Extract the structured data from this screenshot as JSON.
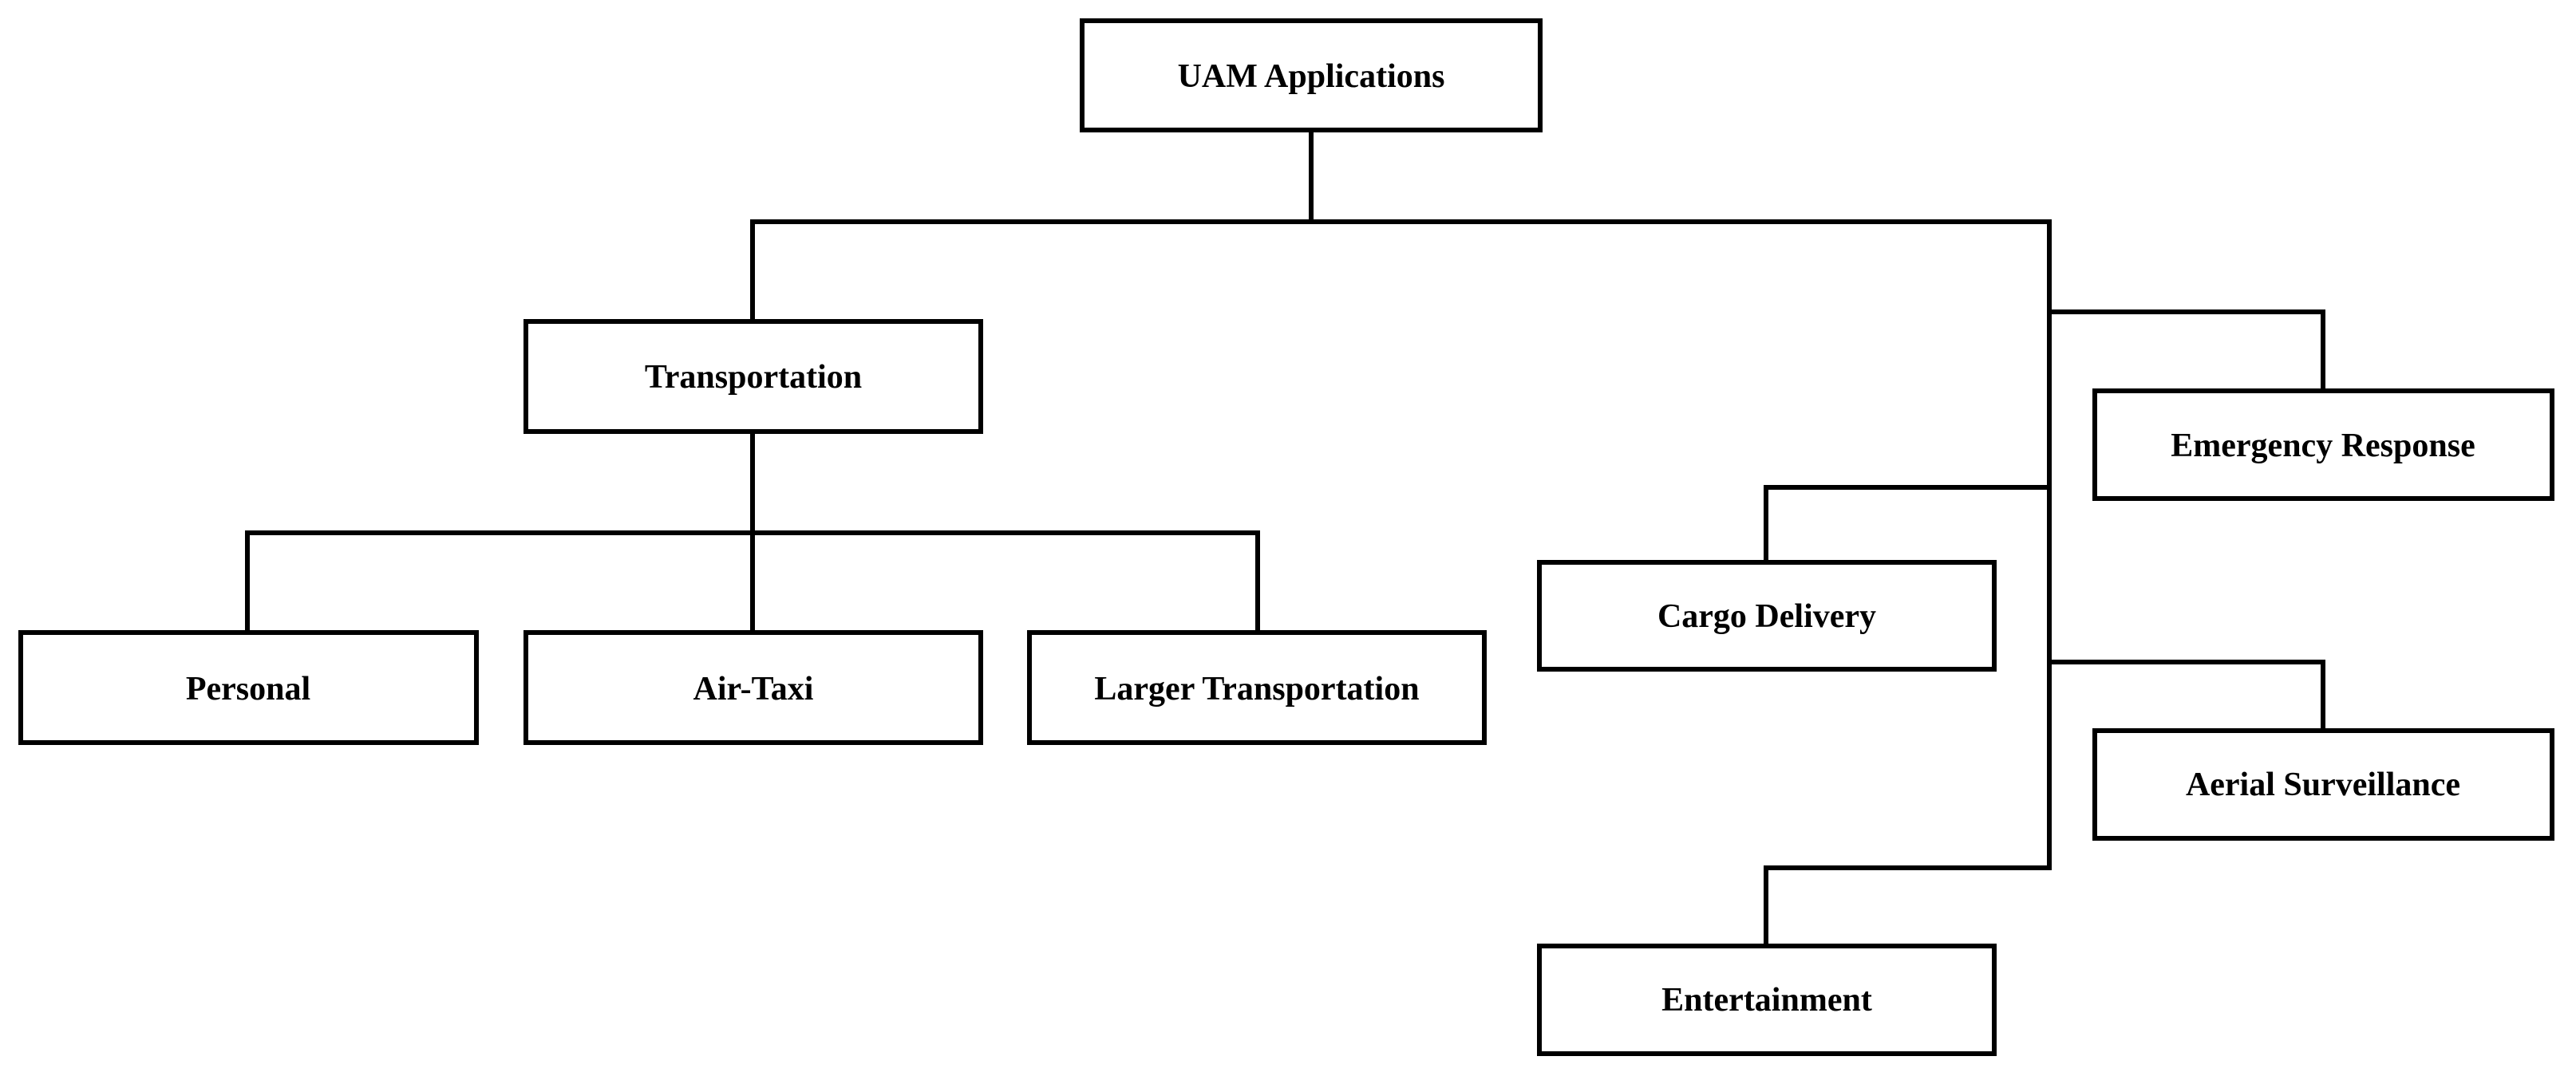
{
  "diagram": {
    "root": {
      "label": "UAM Applications"
    },
    "transportation": {
      "label": "Transportation",
      "children": [
        {
          "label": "Personal"
        },
        {
          "label": "Air-Taxi"
        },
        {
          "label": "Larger Transportation"
        }
      ]
    },
    "other_applications": [
      {
        "label": "Emergency Response"
      },
      {
        "label": "Cargo Delivery"
      },
      {
        "label": "Aerial Surveillance"
      },
      {
        "label": "Entertainment"
      }
    ]
  },
  "colors": {
    "background": "#ffffff",
    "stroke": "#000000",
    "text": "#000000"
  }
}
